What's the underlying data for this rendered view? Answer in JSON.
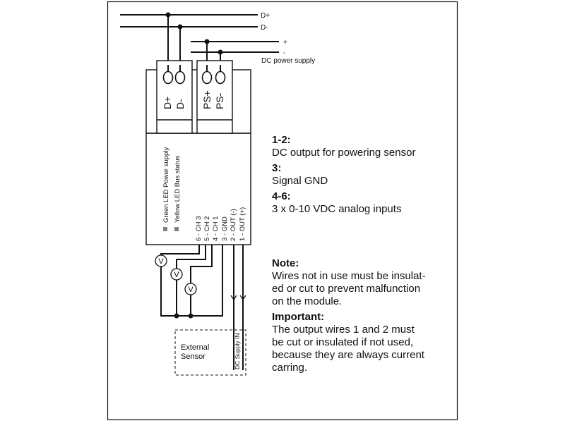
{
  "bus": {
    "d_plus": "D+",
    "d_minus": "D-",
    "plus": "+",
    "minus": "-",
    "dc_power_supply": "DC power supply"
  },
  "terminals": {
    "t1a": "D+",
    "t1b": "D-",
    "t2a": "PS+",
    "t2b": "PS-"
  },
  "leds": {
    "green": "Green LED Power supply",
    "yellow": "Yellow LED Bus status"
  },
  "channels": [
    "6 - CH 3",
    "5 - CH 2",
    "4 - CH 1",
    "3 - GND",
    "2 - OUT (-)",
    "1 - OUT (+)"
  ],
  "voltmeter": "V",
  "sensor": {
    "line1": "External",
    "line2": "Sensor",
    "supply": "DC Supply IN"
  },
  "notes": {
    "n1_head": "1-2:",
    "n1_text": "DC output for powering sensor",
    "n2_head": "3:",
    "n2_text": "Signal GND",
    "n3_head": "4-6:",
    "n3_text": "3 x 0-10 VDC analog inputs",
    "note_head": "Note:",
    "note_lines": [
      "Wires not in use must be insulat-",
      "ed or cut to prevent malfunction",
      "on the module."
    ],
    "imp_head": "Important:",
    "imp_lines": [
      "The output wires 1 and 2 must",
      "be cut or insulated if not used,",
      "because they are always current",
      "carring."
    ]
  },
  "colors": {
    "line": "#111111",
    "gray": "#808080"
  }
}
